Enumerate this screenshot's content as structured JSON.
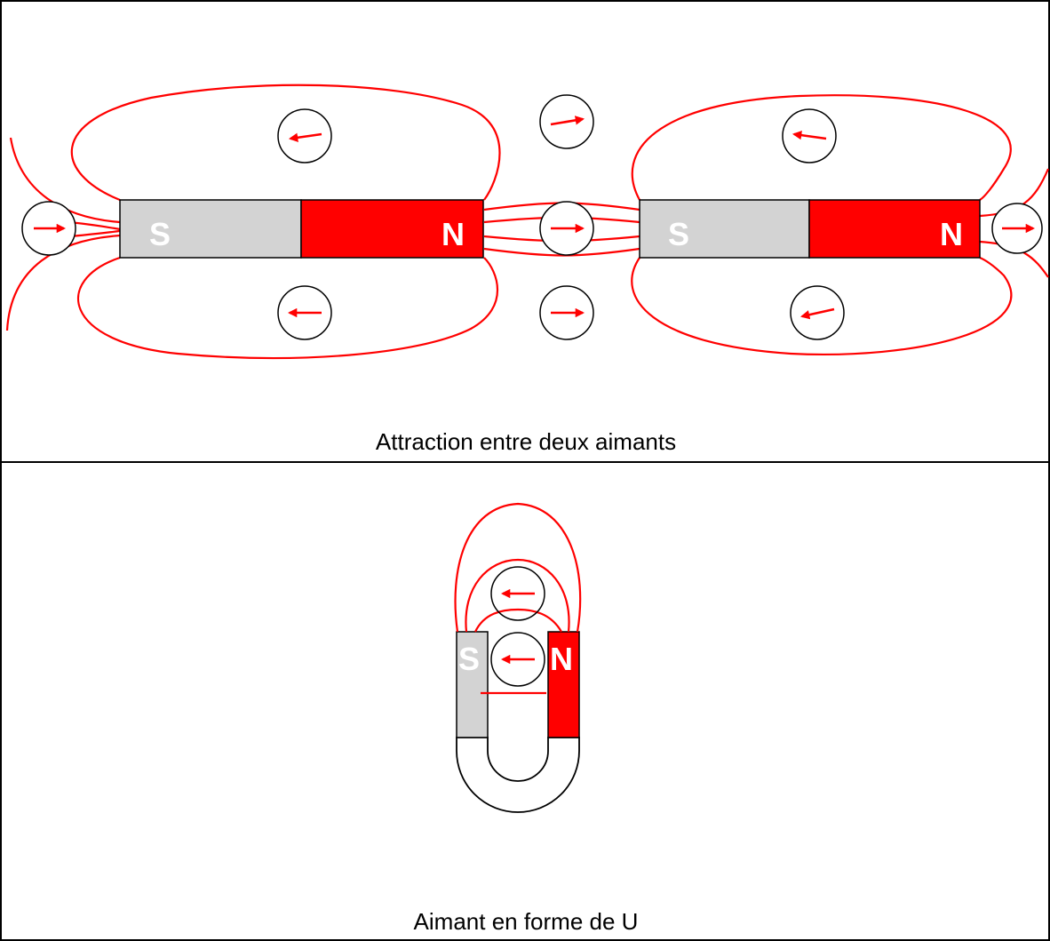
{
  "panels": {
    "top": {
      "caption": "Attraction entre deux aimants",
      "magnets": [
        {
          "south_label": "S",
          "north_label": "N"
        },
        {
          "south_label": "S",
          "north_label": "N"
        }
      ]
    },
    "bottom": {
      "caption": "Aimant en forme de U",
      "magnet": {
        "south_label": "S",
        "north_label": "N"
      }
    }
  },
  "colors": {
    "field_line": "#ff0000",
    "north_pole": "#ff0000",
    "south_pole": "#d3d3d3",
    "pole_text": "#ffffff",
    "border": "#000000"
  },
  "icons": {
    "compass": "compass-icon",
    "needle": "arrow-icon"
  }
}
